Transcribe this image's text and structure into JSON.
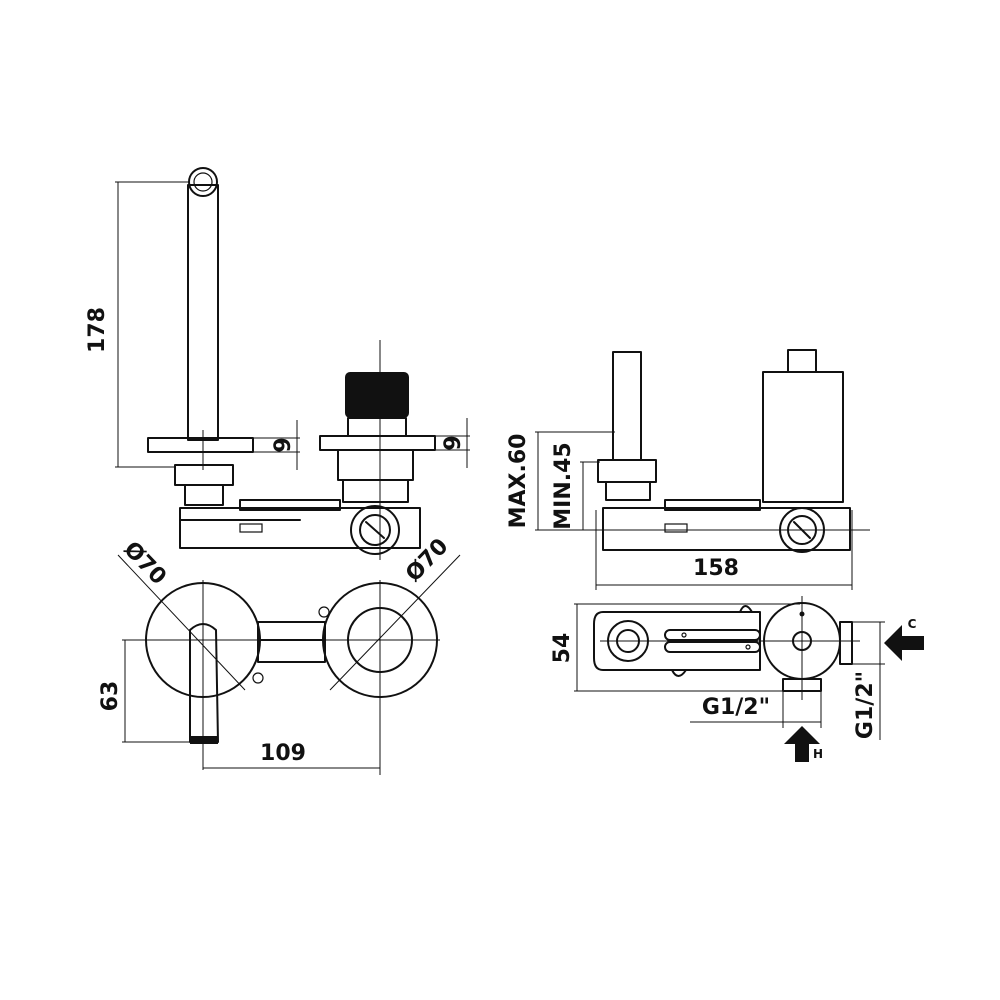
{
  "dimensions": {
    "spout_height": "178",
    "flange_left": "9",
    "flange_right": "9",
    "max_depth": "MAX.60",
    "min_depth": "MIN.45",
    "body_length": "158",
    "diameter_left": "Ø70",
    "diameter_right": "Ø70",
    "spout_offset": "63",
    "centers": "109",
    "body_width": "54",
    "connection_bottom": "G1/2\"",
    "connection_side": "G1/2\""
  },
  "inlets": {
    "cold": "C",
    "hot": "H"
  }
}
